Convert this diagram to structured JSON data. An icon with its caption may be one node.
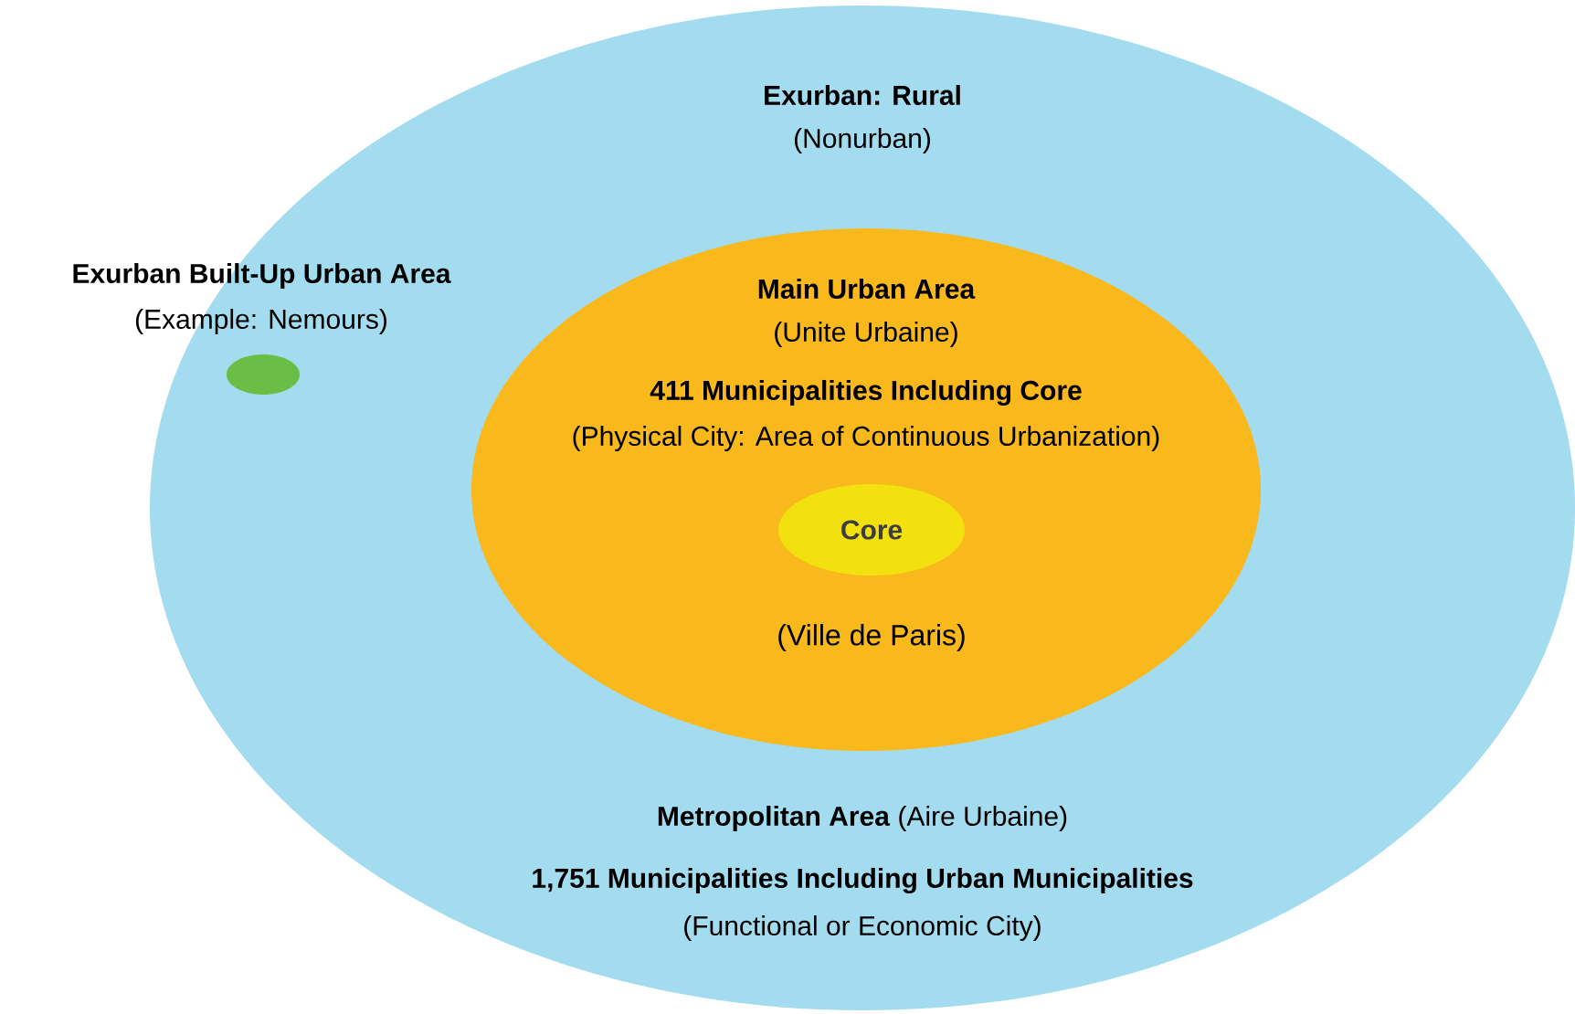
{
  "diagram": {
    "nodes": [
      {
        "text": [
          "Exurban: Rural",
          "(Nonurban)",
          "**Metropolitan Area** (Aire Urbaine)",
          "1,751 Municipalities Including Urban Municipalities",
          "(Functional or Economic City)"
        ]
      },
      {
        "text": [
          "Main Urban Area",
          "(Unite Urbaine)",
          "411 Municipalities Including Core",
          "(Physical City: Area of Continuous Urbanization)"
        ],
        "in": 0
      },
      {
        "text": [
          "Core"
        ],
        "beside": [
          "(Ville de Paris)"
        ],
        "in": 1
      },
      {
        "text": [
          "Exurban Built-Up Urban Area",
          "(Example: Nemours)"
        ],
        "in": 0
      }
    ]
  }
}
